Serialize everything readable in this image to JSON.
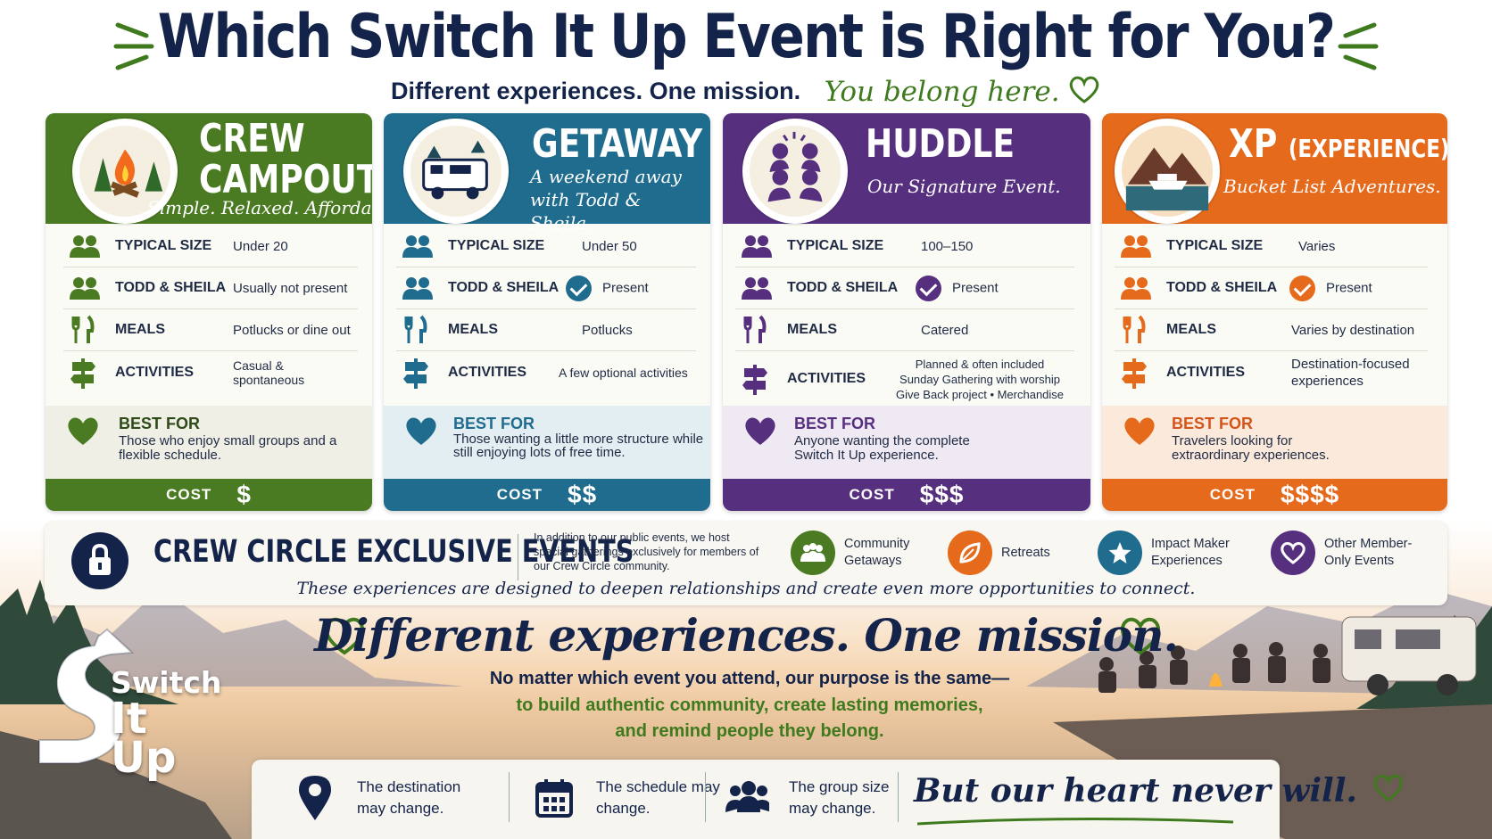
{
  "header": {
    "title": "Which Switch It Up Event is Right for You?",
    "subtitle": "Different experiences. One mission.",
    "subtitle_script": "You belong here."
  },
  "row_labels": {
    "size": "TYPICAL SIZE",
    "host": "TODD & SHEILA",
    "meals": "MEALS",
    "activities": "ACTIVITIES",
    "best_for": "BEST FOR",
    "cost": "COST"
  },
  "cards": [
    {
      "title_line1": "CREW",
      "title_line2": "CAMPOUT",
      "tagline": "Simple. Relaxed. Affordable.",
      "size": "Under 20",
      "host": "Usually not present",
      "meals": "Potlucks or dine out",
      "activities": "Casual & spontaneous",
      "best_for": "Those who enjoy small groups and a flexible schedule.",
      "cost": "$",
      "color": "#4a7a22"
    },
    {
      "title_line1": "GETAWAY",
      "tagline": "A weekend away with Todd & Sheila.",
      "size": "Under 50",
      "host": "Present",
      "meals": "Potlucks",
      "activities": "A few optional activities",
      "best_for": "Those wanting a little more structure while still enjoying lots of free time.",
      "cost": "$$",
      "color": "#1f6c8e"
    },
    {
      "title_line1": "HUDDLE",
      "tagline": "Our Signature Event.",
      "size": "100–150",
      "host": "Present",
      "meals": "Catered",
      "activities_line1": "Planned & often included",
      "activities_line2": "Sunday Gathering with worship",
      "activities_line3": "Give Back project • Merchandise",
      "best_for": "Anyone wanting the complete Switch It Up experience.",
      "cost": "$$$",
      "color": "#56307f"
    },
    {
      "title_line1": "XP",
      "title_suffix": "(EXPERIENCE)",
      "tagline": "Bucket List Adventures.",
      "size": "Varies",
      "host": "Present",
      "meals": "Varies by destination",
      "activities": "Destination-focused experiences",
      "best_for": "Travelers looking for extraordinary experiences.",
      "cost": "$$$$",
      "color": "#e56a1c"
    }
  ],
  "exclusive": {
    "title": "CREW CIRCLE EXCLUSIVE EVENTS",
    "description": "In addition to our public events, we host special gatherings exclusively for members of our Crew Circle community.",
    "items": [
      {
        "label": "Community Getaways",
        "icon": "community-icon",
        "color": "#4a7a22"
      },
      {
        "label": "Retreats",
        "icon": "leaf-icon",
        "color": "#e56a1c"
      },
      {
        "label": "Impact Maker Experiences",
        "icon": "star-icon",
        "color": "#1f6c8e"
      },
      {
        "label": "Other Member-Only Events",
        "icon": "heart-icon",
        "color": "#56307f"
      }
    ],
    "note": "These experiences are designed to deepen relationships and create even more opportunities to connect."
  },
  "mission": {
    "title": "Different experiences. One mission.",
    "line1": "No matter which event you attend, our purpose is the same—",
    "line2": "to build authentic community, create lasting memories,",
    "line3": "and remind people they belong."
  },
  "footer": {
    "items": [
      {
        "text": "The destination may change.",
        "icon": "location-pin-icon"
      },
      {
        "text": "The schedule may change.",
        "icon": "calendar-icon"
      },
      {
        "text": "The group size may change.",
        "icon": "group-icon"
      }
    ],
    "closing": "But our heart never will."
  },
  "logo": {
    "line1": "Switch",
    "line2": "It Up"
  },
  "colors": {
    "navy": "#14234a",
    "green": "#4a7a22",
    "teal": "#1f6c8e",
    "purple": "#56307f",
    "orange": "#e56a1c"
  }
}
